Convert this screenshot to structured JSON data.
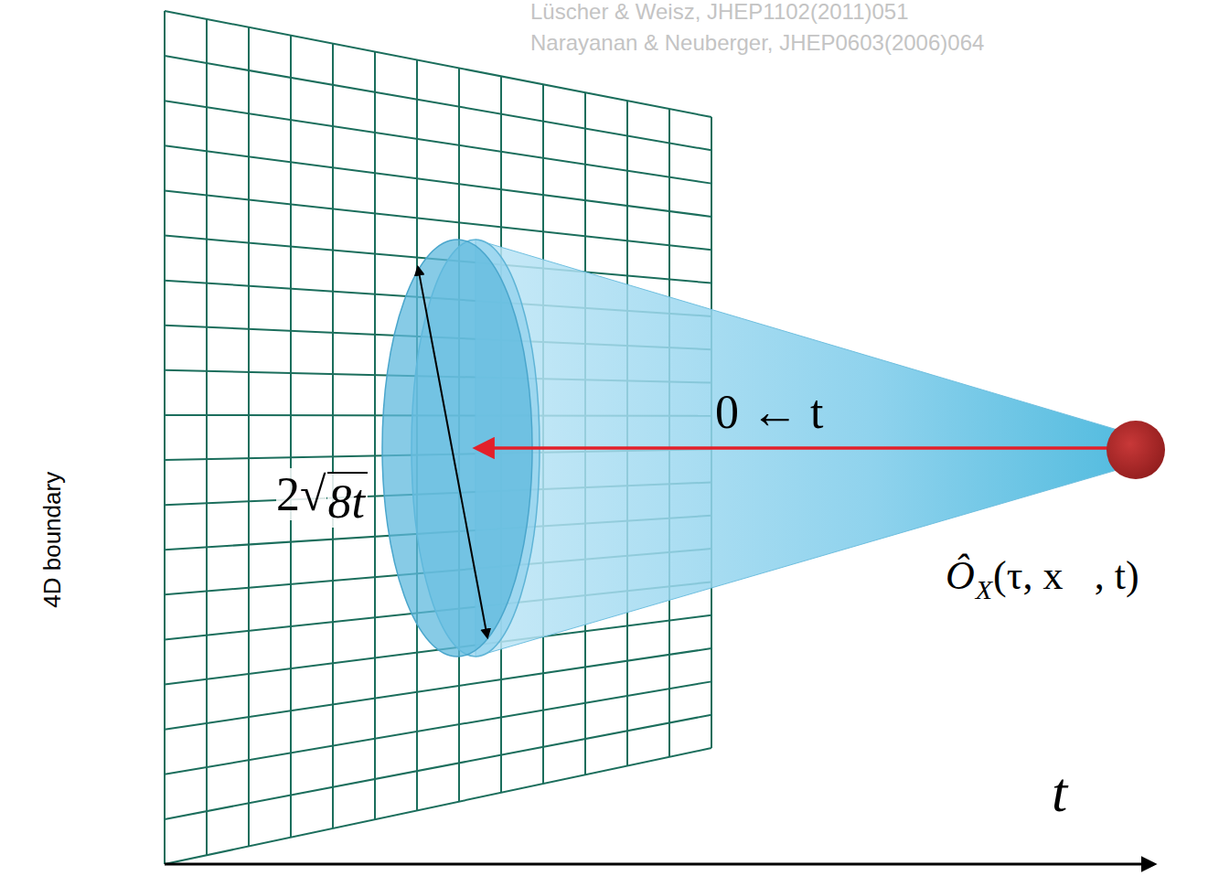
{
  "diagram": {
    "labels": [
      "Lüscher & Weisz, JHEP1102(2011)051",
      "Narayanan & Neuberger, JHEP0603(2006)064",
      "4D boundary",
      "2√",
      "8t",
      "0 ← t",
      "Ô",
      "X",
      "(τ, x⃗, t)",
      "t"
    ]
  }
}
